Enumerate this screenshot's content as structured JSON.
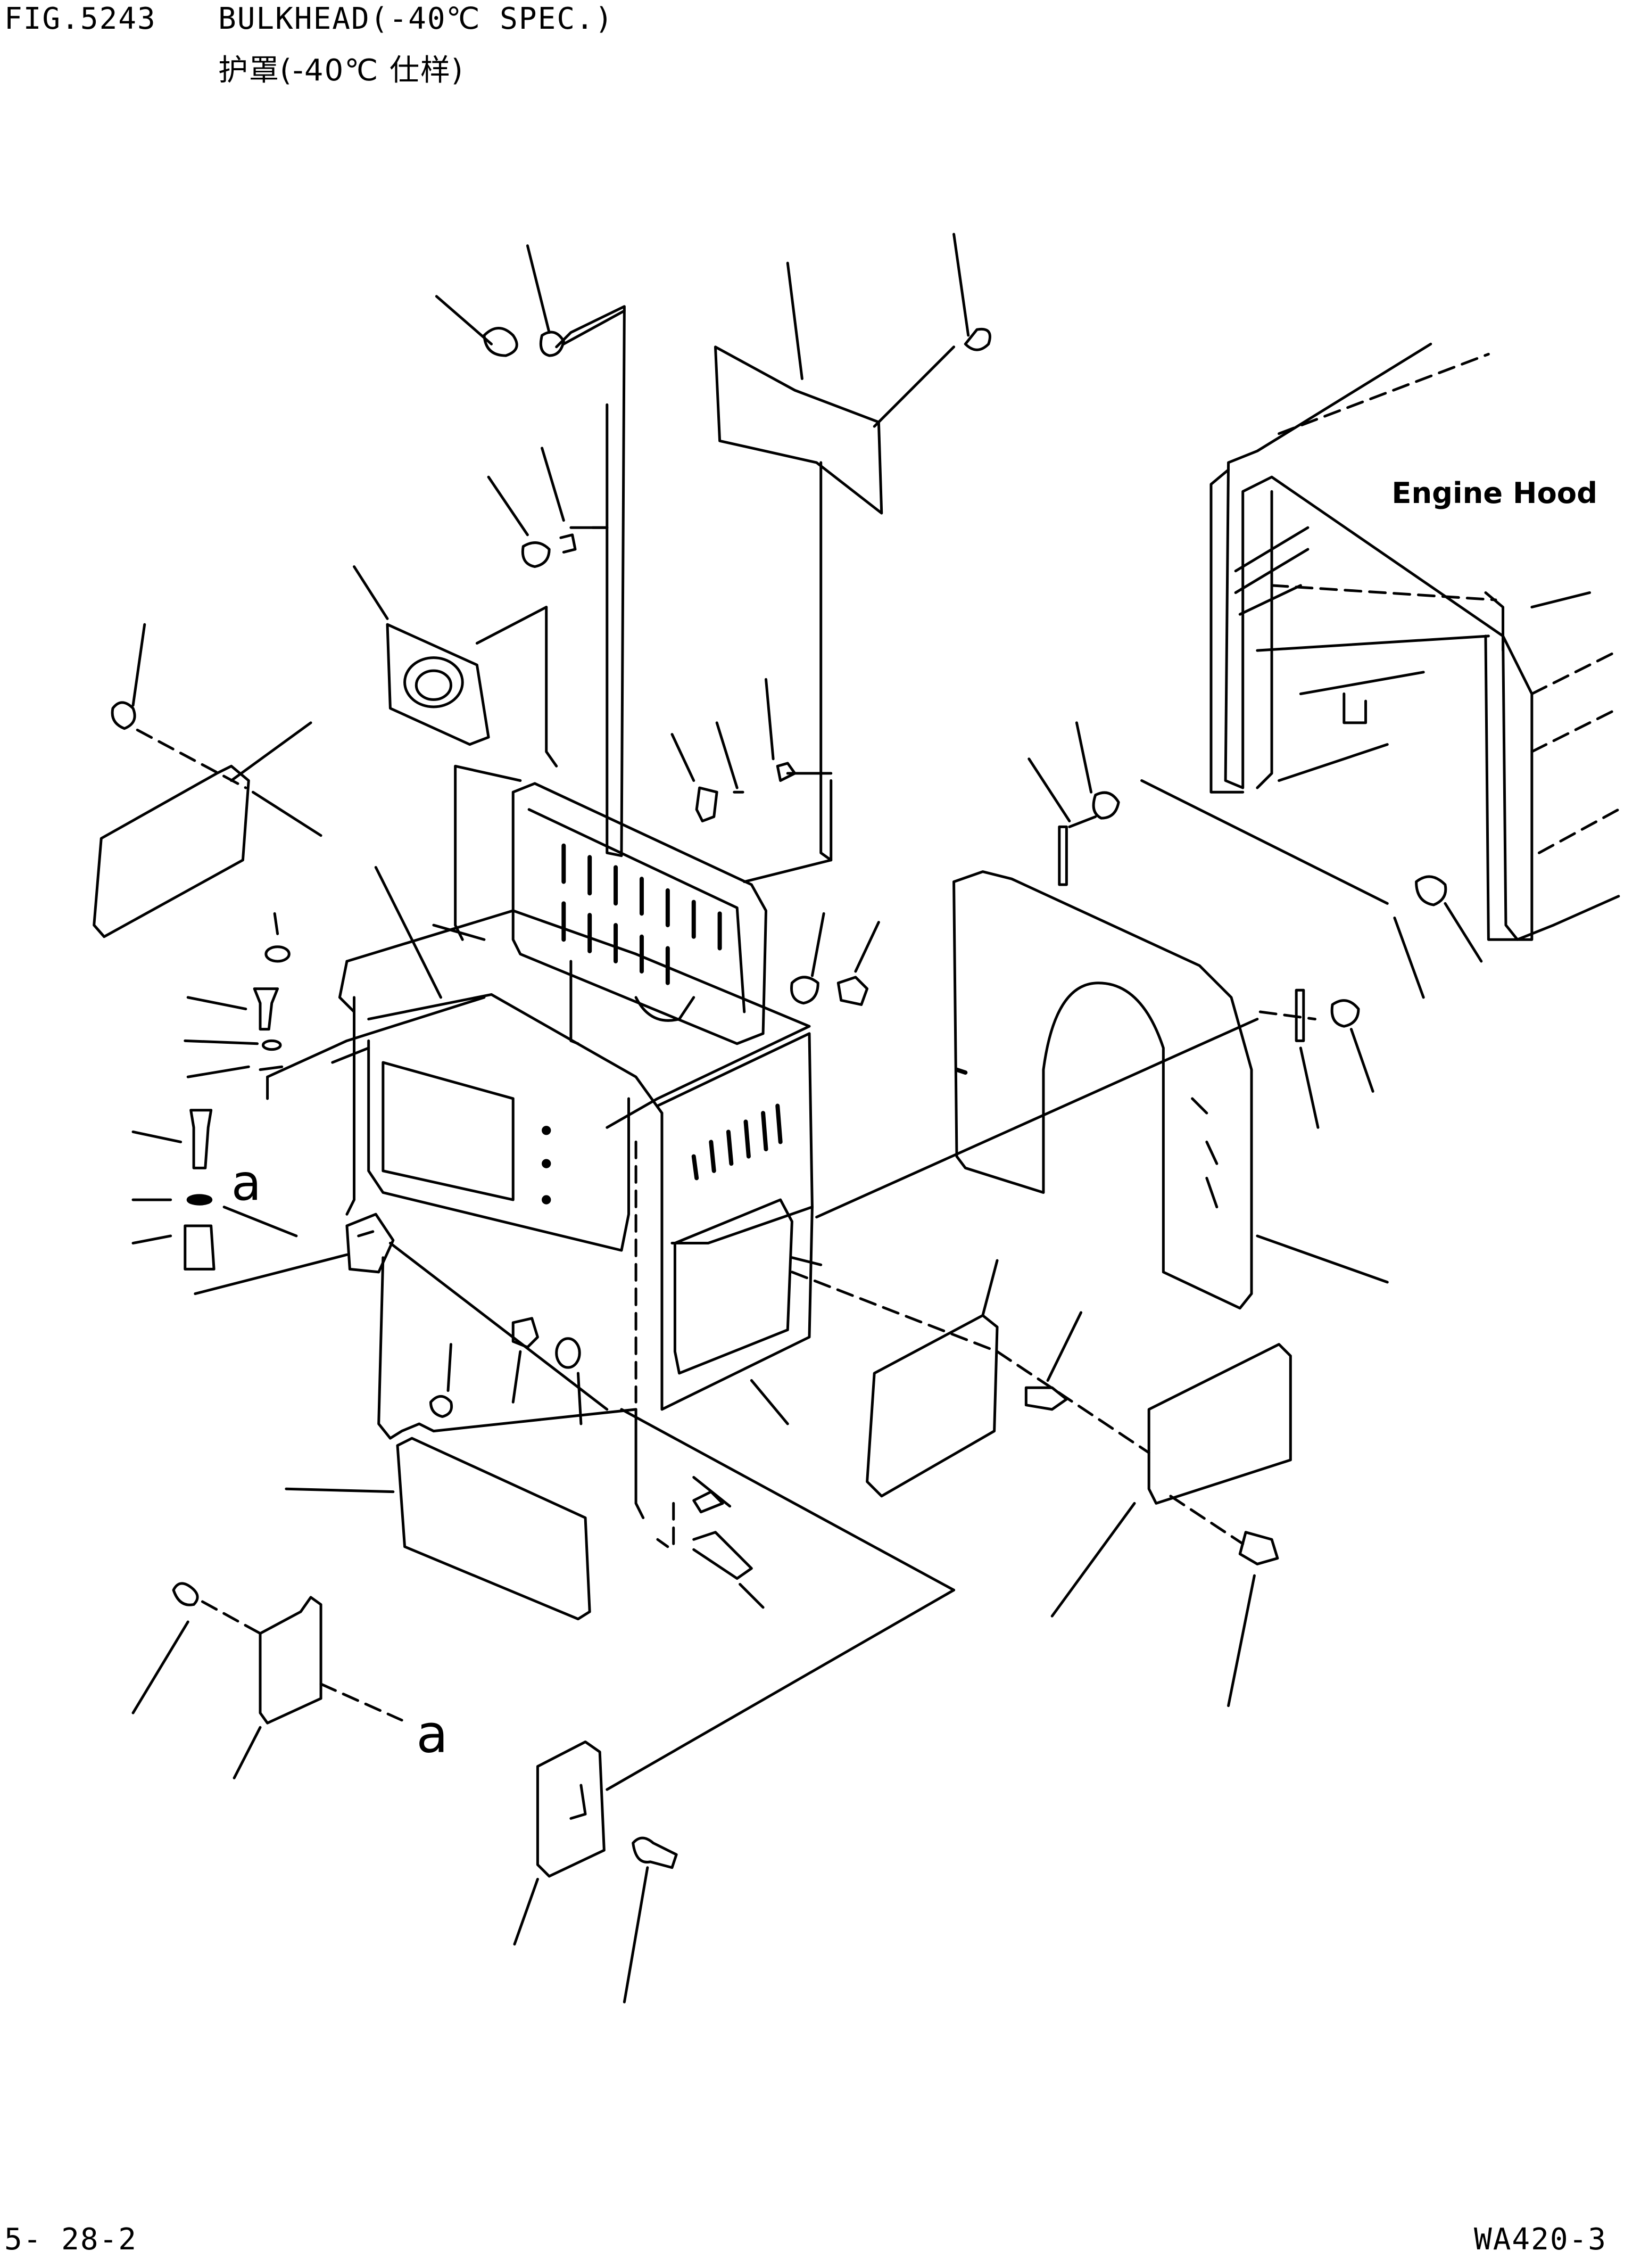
{
  "header": {
    "fig_number": "FIG.5243",
    "title_en": "BULKHEAD(-40℃ SPEC.)",
    "title_cn": "护罩(-40℃ 仕样)"
  },
  "diagram": {
    "engine_hood_label": "Engine Hood",
    "ref_label_a1": "a",
    "ref_label_a2": "a"
  },
  "footer": {
    "page": "5- 28-2",
    "model": "WA420-3"
  }
}
